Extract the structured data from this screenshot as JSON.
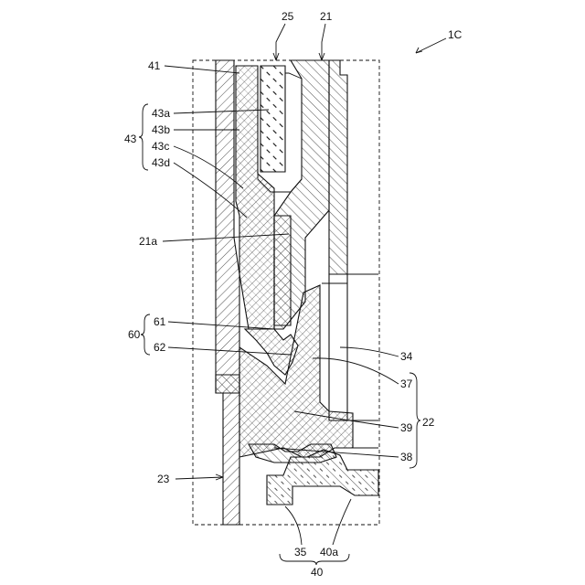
{
  "figure_id": "1C",
  "labels": {
    "l25": "25",
    "l21": "21",
    "l41": "41",
    "l43a": "43a",
    "l43b": "43b",
    "l43": "43",
    "l43c": "43c",
    "l43d": "43d",
    "l21a": "21a",
    "l61": "61",
    "l60": "60",
    "l62": "62",
    "l34": "34",
    "l37": "37",
    "l22": "22",
    "l39": "39",
    "l38": "38",
    "l23": "23",
    "l35": "35",
    "l40a": "40a",
    "l40": "40"
  },
  "colors": {
    "line": "#111111",
    "background": "#ffffff"
  }
}
